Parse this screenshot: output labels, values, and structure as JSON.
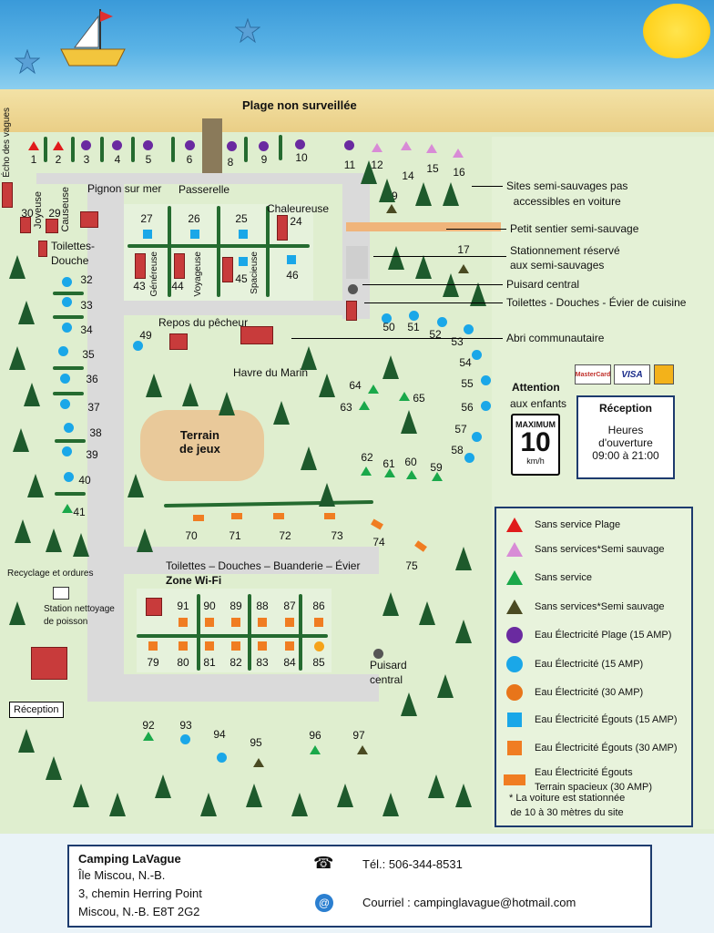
{
  "beach": {
    "title": "Plage non surveillée",
    "echo": "Écho des vagues",
    "passerelle": "Passerelle"
  },
  "places": {
    "pignon": "Pignon sur mer",
    "chaleureuse": "Chaleureuse",
    "joyeuse": "Joyeuse",
    "causeuse": "Causeuse",
    "genereuse": "Généreuse",
    "voyageuse": "Voyageuse",
    "spacieuse": "Spacieuse",
    "toilettes_douche": "Toilettes-\nDouche",
    "repos": "Repos du pêcheur",
    "havre": "Havre du Marin",
    "terrain_jeux": "Terrain\nde jeux",
    "toilettes_buanderie": "Toilettes – Douches – Buanderie – Évier",
    "wifi": "Zone Wi-Fi",
    "recyclage": "Recyclage et ordures",
    "station": "Station nettoyage\nde poisson",
    "reception": "Réception",
    "puisard_central": "Puisard\ncentral"
  },
  "annotations": {
    "semi_sauvages": "Sites semi-sauvages pas\naccessibles en voiture",
    "petit_sentier": "Petit sentier semi-sauvage",
    "stationnement": "Stationnement réservé\naux semi-sauvages",
    "puisard": "Puisard central",
    "toilettes_evier": "Toilettes - Douches - Évier de cuisine",
    "abri": "Abri communautaire"
  },
  "attention": {
    "title": "Attention",
    "sub": "aux enfants",
    "speed_label": "MAXIMUM",
    "speed": "10",
    "unit": "km/h"
  },
  "reception_box": {
    "title": "Réception",
    "line1": "Heures",
    "line2": "d'ouverture",
    "hours": "09:00 à 21:00"
  },
  "cards": {
    "mastercard": "MasterCard",
    "visa": "VISA"
  },
  "legend": {
    "items": [
      {
        "label": "Sans service Plage",
        "shape": "triangle",
        "color": "#e01b1b"
      },
      {
        "label": "Sans services*Semi sauvage",
        "shape": "triangle",
        "color": "#d88bd6"
      },
      {
        "label": "Sans service",
        "shape": "triangle",
        "color": "#1aa84a"
      },
      {
        "label": "Sans services*Semi sauvage",
        "shape": "triangle",
        "color": "#4a4a22"
      },
      {
        "label": "Eau Électricité Plage (15 AMP)",
        "shape": "circle",
        "color": "#6a2aa0"
      },
      {
        "label": "Eau Électricité (15 AMP)",
        "shape": "circle",
        "color": "#1aa7e8"
      },
      {
        "label": "Eau Électricité (30 AMP)",
        "shape": "circle",
        "color": "#e8751a"
      },
      {
        "label": "Eau Électricité Égouts (15 AMP)",
        "shape": "square",
        "color": "#1aa7e8"
      },
      {
        "label": "Eau Électricité Égouts (30 AMP)",
        "shape": "square",
        "color": "#f07d22"
      },
      {
        "label": "Eau Électricité Égouts\nTerrain spacieux (30 AMP)",
        "shape": "rect",
        "color": "#f07d22"
      }
    ],
    "note": "* La voiture est stationnée\nde 10 à 30 mètres du site"
  },
  "contact": {
    "name": "Camping LaVague",
    "line1": "Île Miscou, N.-B.",
    "line2": "3, chemin Herring Point",
    "line3": "Miscou, N.-B.  E8T 2G2",
    "phone": "Tél.: 506-344-8531",
    "email": "Courriel : campinglavague@hotmail.com"
  }
}
